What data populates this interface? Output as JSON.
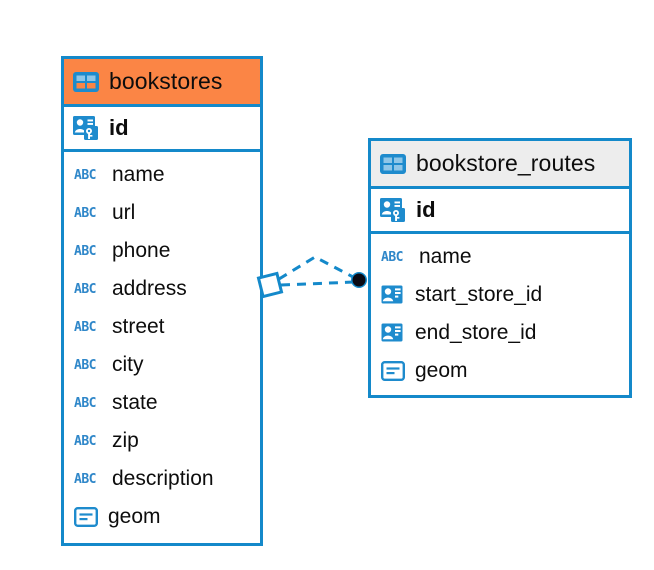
{
  "diagram": {
    "type": "entity-relationship-diagram",
    "background_color": "#ffffff",
    "accent_color": "#1489ca",
    "tables": [
      {
        "name": "bookstores",
        "header_color": "#fb8545",
        "title_icon": "table-icon",
        "primary_key": {
          "label": "id",
          "icon": "primary-key-icon",
          "type": "pk"
        },
        "fields": [
          {
            "label": "name",
            "icon": "abc-icon",
            "icon_text": "ABC"
          },
          {
            "label": "url",
            "icon": "abc-icon",
            "icon_text": "ABC"
          },
          {
            "label": "phone",
            "icon": "abc-icon",
            "icon_text": "ABC"
          },
          {
            "label": "address",
            "icon": "abc-icon",
            "icon_text": "ABC"
          },
          {
            "label": "street",
            "icon": "abc-icon",
            "icon_text": "ABC"
          },
          {
            "label": "city",
            "icon": "abc-icon",
            "icon_text": "ABC"
          },
          {
            "label": "state",
            "icon": "abc-icon",
            "icon_text": "ABC"
          },
          {
            "label": "zip",
            "icon": "abc-icon",
            "icon_text": "ABC"
          },
          {
            "label": "description",
            "icon": "abc-icon",
            "icon_text": "ABC"
          },
          {
            "label": "geom",
            "icon": "geometry-icon"
          }
        ]
      },
      {
        "name": "bookstore_routes",
        "header_color": "#ededed",
        "title_icon": "table-icon",
        "primary_key": {
          "label": "id",
          "icon": "primary-key-icon",
          "type": "pk"
        },
        "fields": [
          {
            "label": "name",
            "icon": "abc-icon",
            "icon_text": "ABC"
          },
          {
            "label": "start_store_id",
            "icon": "foreign-key-icon"
          },
          {
            "label": "end_store_id",
            "icon": "foreign-key-icon"
          },
          {
            "label": "geom",
            "icon": "geometry-icon"
          }
        ]
      }
    ],
    "relationship": {
      "from_table": "bookstores",
      "to_table": "bookstore_routes",
      "from_marker": "diamond",
      "to_marker": "filled-circle",
      "line_style": "dashed",
      "line_color": "#1489ca"
    }
  }
}
